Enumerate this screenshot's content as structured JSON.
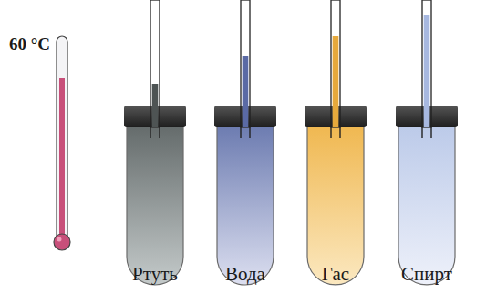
{
  "diagram": {
    "labels": [
      "60 °C",
      "Ртуть",
      "Вода",
      "Гас",
      "Спирт"
    ]
  }
}
